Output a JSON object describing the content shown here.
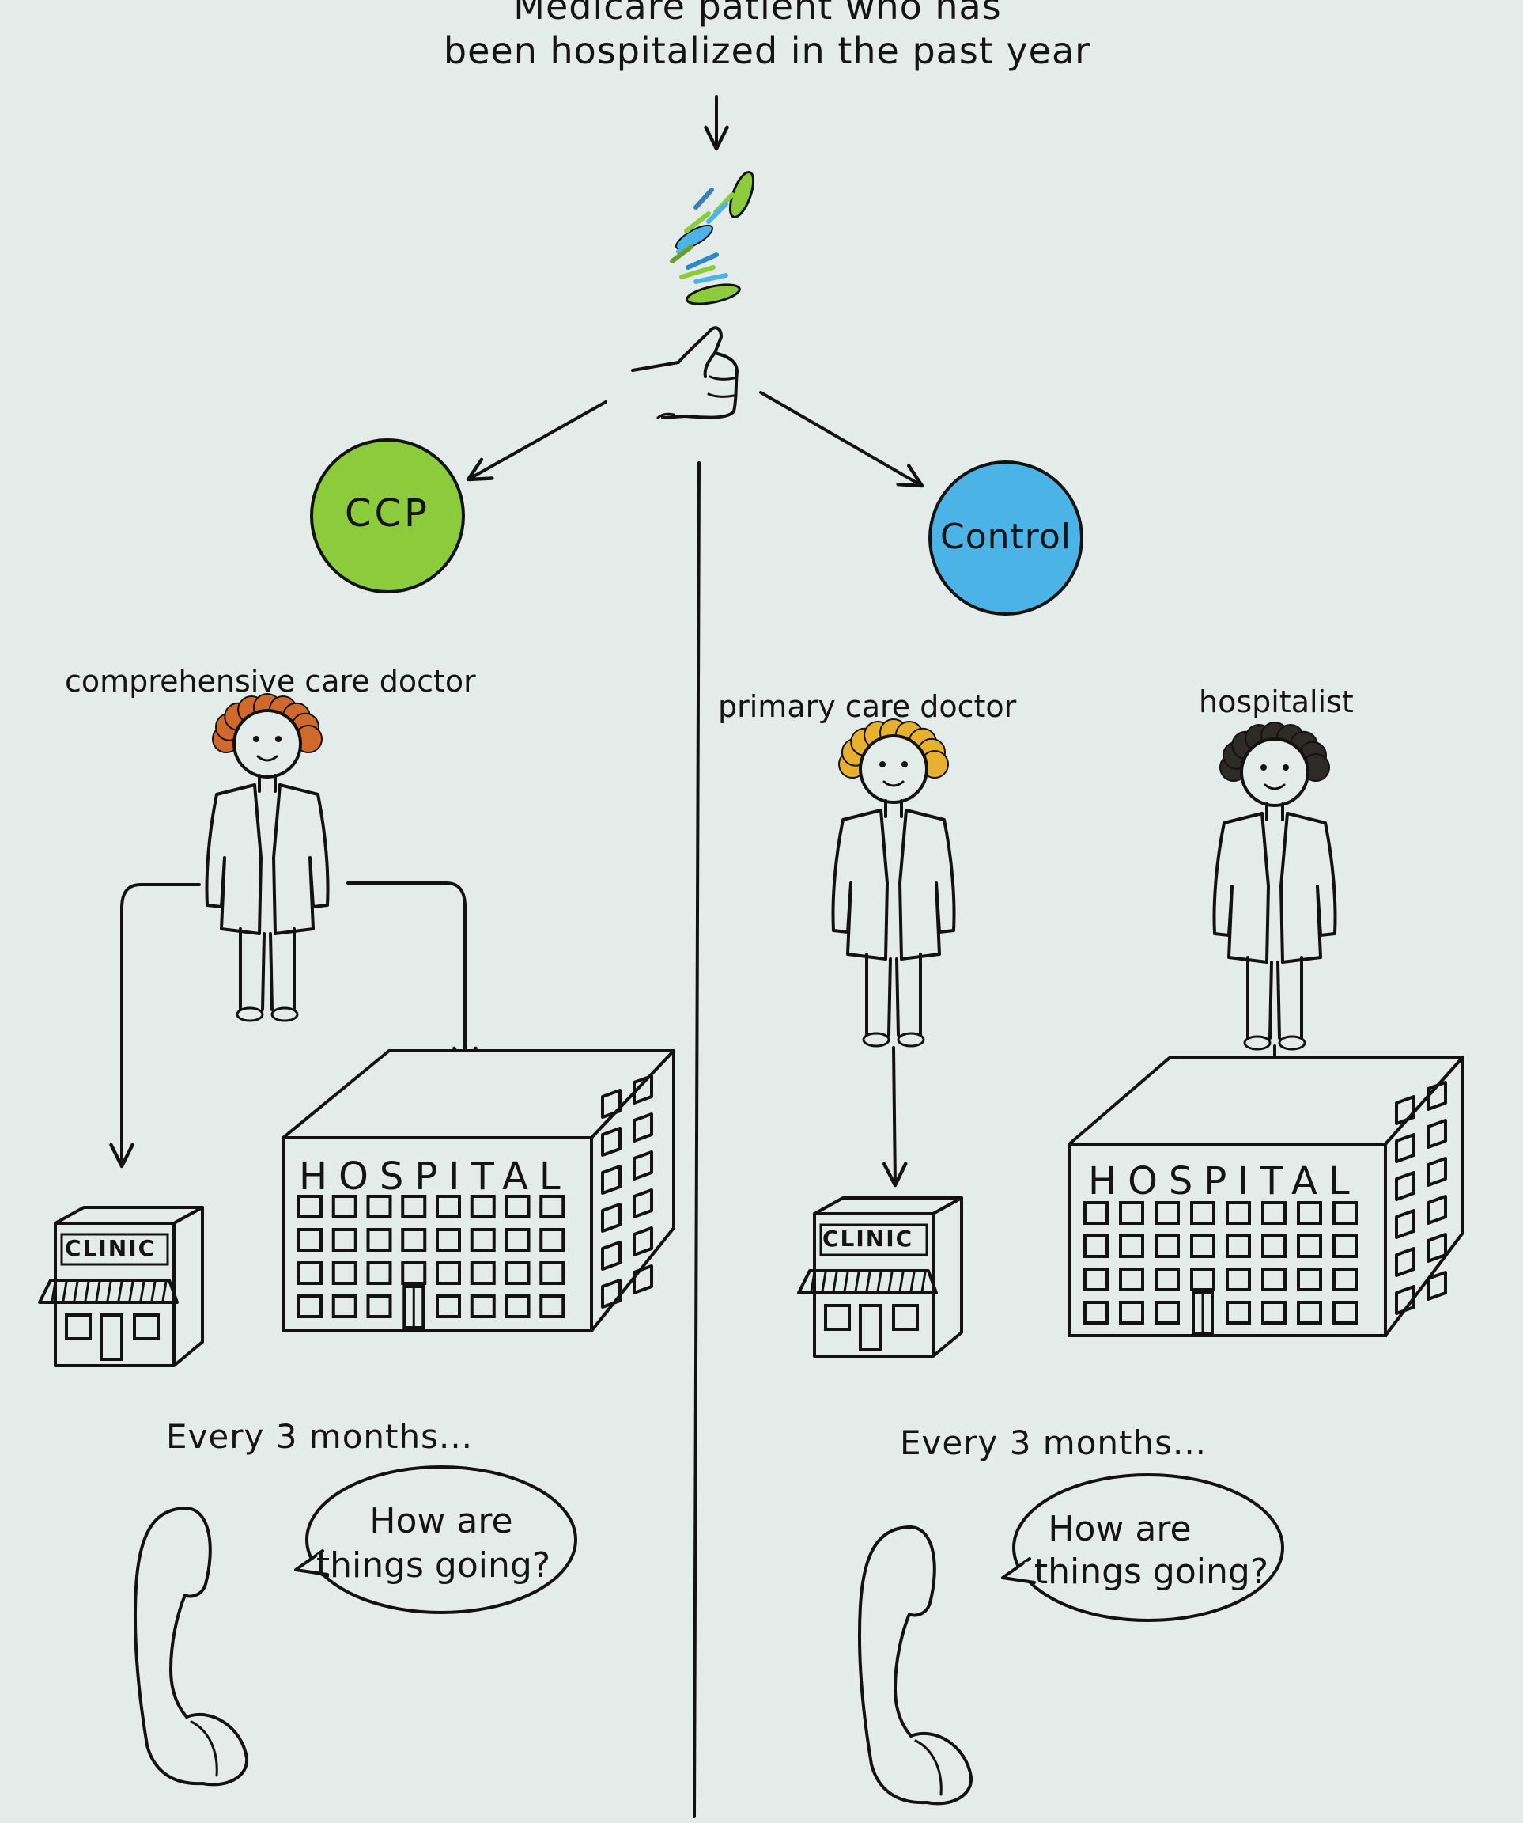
{
  "title": {
    "line1": "Medicare patient who has",
    "line2": "been hospitalized in the past year"
  },
  "groups": {
    "ccp": {
      "label": "CCP",
      "color": "#8ccb3c",
      "doctor_role": "comprehensive care doctor",
      "hair_color": "#d2692c",
      "hospital_sign": "HOSPITAL",
      "clinic_sign": "CLINIC",
      "followup": "Every 3 months...",
      "call_line1": "How are",
      "call_line2": "things going?"
    },
    "control": {
      "label": "Control",
      "color": "#4cb3e6",
      "pcp_role": "primary care doctor",
      "pcp_hair_color": "#e8b030",
      "hospitalist_role": "hospitalist",
      "hospitalist_hair_color": "#2e2a28",
      "hospital_sign": "HOSPITAL",
      "clinic_sign": "CLINIC",
      "followup": "Every 3 months...",
      "call_line1": "How are",
      "call_line2": "things going?"
    }
  },
  "icons": [
    "coin-flip-icon",
    "thumb-flip-hand-icon",
    "doctor-figure-icon",
    "clinic-building-icon",
    "hospital-building-icon",
    "telephone-handset-icon",
    "speech-bubble-icon"
  ]
}
